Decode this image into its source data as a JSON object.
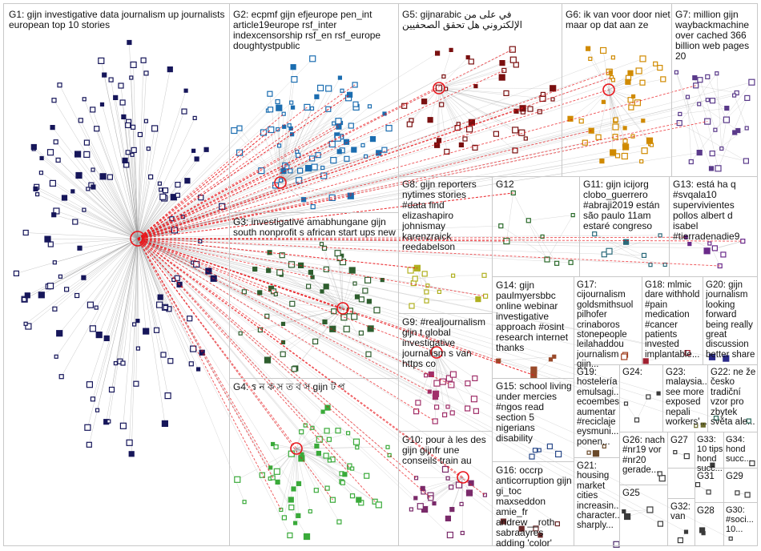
{
  "groups": [
    {
      "id": "G1",
      "label": "G1: gijn investigative data journalism up journalists european top 10 stories"
    },
    {
      "id": "G2",
      "label": "G2: ecpmf gijn efjeurope pen_int article19europe rsf_inter indexcensorship rsf_en rsf_europe doughtystpublic"
    },
    {
      "id": "G3",
      "label": "G3: investigative amabhungane gijn south nonprofit s african start ups new"
    },
    {
      "id": "G4",
      "label": "G4: ร ন ক স ত ব স gijn ট প"
    },
    {
      "id": "G5",
      "label": "G5: gijnarabic في على من\nالإلكتروني هل تحقق الصحفيين"
    },
    {
      "id": "G6",
      "label": "G6: ik van voor door niet maar op dat aan ze"
    },
    {
      "id": "G7",
      "label": "G7: million gijn waybackmachine over cached 366 billion web pages 20"
    },
    {
      "id": "G8",
      "label": "G8: gijn reporters nytimes stories #data find elizashapiro johnismay karenzraick reedabelson"
    },
    {
      "id": "G9",
      "label": "G9: #realjournalism gijn t global investigative journalism s van https co"
    },
    {
      "id": "G10",
      "label": "G10: pour à les des gijn gijnfr une conseils train au"
    },
    {
      "id": "G11",
      "label": "G11: gijn icijorg clobo_guerrero #abraji2019 están são paulo 11am estaré congreso"
    },
    {
      "id": "G12",
      "label": "G12"
    },
    {
      "id": "G13",
      "label": "G13: está ha q #svqala10 supervivientes pollos albert d isabel #tierradenadie9"
    },
    {
      "id": "G14",
      "label": "G14: gijn paulmyersbbc online webinar investigative approach #osint research internet thanks"
    },
    {
      "id": "G15",
      "label": "G15: school living under mercies #ngos read section 5 nigerians disability"
    },
    {
      "id": "G16",
      "label": "G16: occrp anticorruption gijn gi_toc maxseddon amie_fr andrew__roth sabraayres adding 'color'"
    },
    {
      "id": "G17",
      "label": "G17: cijournalism goldsmithsuol pilhofer crinaboros stonepeople leilahaddou journalism gijn..."
    },
    {
      "id": "G18",
      "label": "G18: mlmic dare withhold #pain medication #cancer patients invested implantable..."
    },
    {
      "id": "G19",
      "label": "G19: hostelería emulsagi... ecoembes aumentar #reciclaje eysmuni... ponen..."
    },
    {
      "id": "G20",
      "label": "G20: gijn journalism looking forward being really great discussion better share"
    },
    {
      "id": "G21",
      "label": "G21: housing market cities increasin... character... sharply..."
    },
    {
      "id": "G22",
      "label": "G22: ne že česko tradiční vzor pro zbytek světa ale..."
    },
    {
      "id": "G23",
      "label": "G23: malaysia... see more exposed nepali workers'..."
    },
    {
      "id": "G24",
      "label": "G24:"
    },
    {
      "id": "G25",
      "label": "G25"
    },
    {
      "id": "G26",
      "label": "G26: nach #nr19 vor #nr20 gerade..."
    },
    {
      "id": "G27",
      "label": "G27"
    },
    {
      "id": "G28",
      "label": "G28"
    },
    {
      "id": "G29",
      "label": "G29"
    },
    {
      "id": "G30",
      "label": "G30: #soci... 10..."
    },
    {
      "id": "G31",
      "label": "G31"
    },
    {
      "id": "G32",
      "label": "G32: van"
    },
    {
      "id": "G33",
      "label": "G33: 10 tips hond succ..."
    },
    {
      "id": "G34",
      "label": "G34: hond succ..."
    }
  ],
  "colors": {
    "background": "#ffffff",
    "panel_border": "#c8c8c8",
    "gray_edge": "#9a9a9a",
    "red_edge": "#e8141a",
    "G1": "#16165a",
    "G2": "#1b6db0",
    "G3": "#2e5e2e",
    "G4": "#3aaa3a",
    "G5": "#7a1010",
    "G6": "#d08a00",
    "G7": "#5a3a8a",
    "G8": "#b0b020",
    "G9": "#a0306a",
    "G10": "#7a2a6a",
    "G11": "#2a6a7a",
    "G12": "#2a6a2a",
    "G13": "#6a2a8a",
    "G14": "#9a4a2a",
    "G15": "#2a4a8a",
    "G16": "#6a2a2a",
    "G17": "#a04020",
    "G18": "#a02030",
    "G19": "#6a4a2a",
    "G20": "#2a2a8a",
    "G21": "#4a2a6a",
    "G22": "#2a6a5a",
    "G23": "#6a6a2a",
    "G24": "#3a3a3a",
    "G25": "#3a3a3a",
    "G26": "#3a3a3a",
    "G27": "#3a3a3a",
    "G28": "#3a3a3a",
    "G29": "#3a3a3a",
    "G30": "#3a3a3a",
    "G31": "#3a3a3a",
    "G32": "#3a3a3a",
    "G33": "#3a3a3a",
    "G34": "#3a3a3a"
  },
  "node_icon": "square-vertex-icon",
  "hub_icon": "red-circle-hub-icon"
}
